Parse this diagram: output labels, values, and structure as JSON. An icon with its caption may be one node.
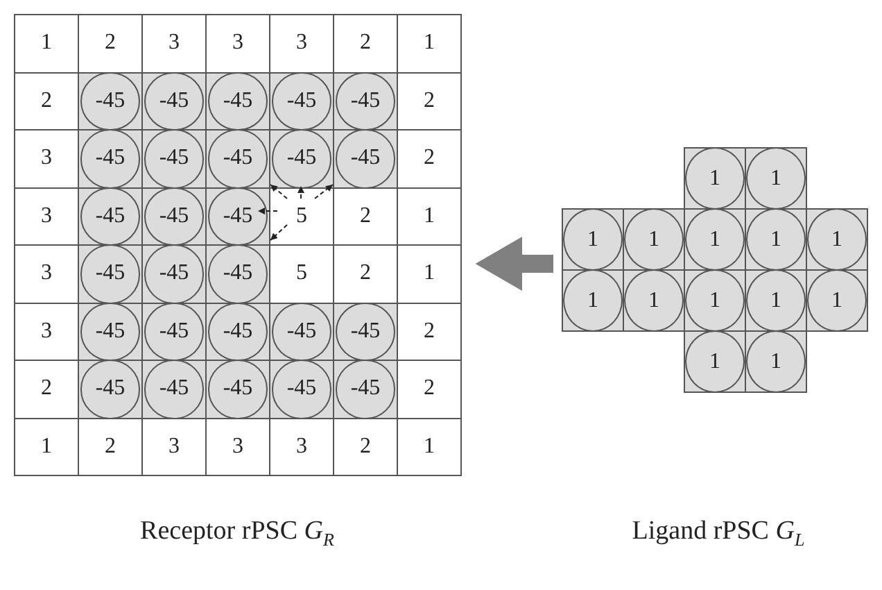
{
  "diagram": {
    "nodes": [
      {
        "text": [
          "Receptor rPSC *G*$_{R}$"
        ]
      },
      {
        "text": [
          "Ligand rPSC *G*$_{L}$"
        ]
      }
    ],
    "edges": [
      {
        "from": 1,
        "to": 0,
        "arrow": "to"
      }
    ],
    "labels": [
      "1",
      "2",
      "3",
      "3",
      "3",
      "2",
      "1",
      "2",
      "-45",
      "-45",
      "-45",
      "-45",
      "-45",
      "2",
      "3",
      "-45",
      "-45",
      "-45",
      "-45",
      "-45",
      "2",
      "3",
      "-45",
      "-45",
      "-45",
      "5",
      "2",
      "1",
      "3",
      "-45",
      "-45",
      "-45",
      "5",
      "2",
      "1",
      "3",
      "-45",
      "-45",
      "-45",
      "-45",
      "-45",
      "2",
      "2",
      "-45",
      "-45",
      "-45",
      "-45",
      "-45",
      "2",
      "1",
      "2",
      "3",
      "3",
      "3",
      "2",
      "1",
      "1",
      "1",
      "1",
      "1",
      "1",
      "1",
      "1",
      "1",
      "1",
      "1",
      "1",
      "1",
      "1",
      "1"
    ]
  }
}
